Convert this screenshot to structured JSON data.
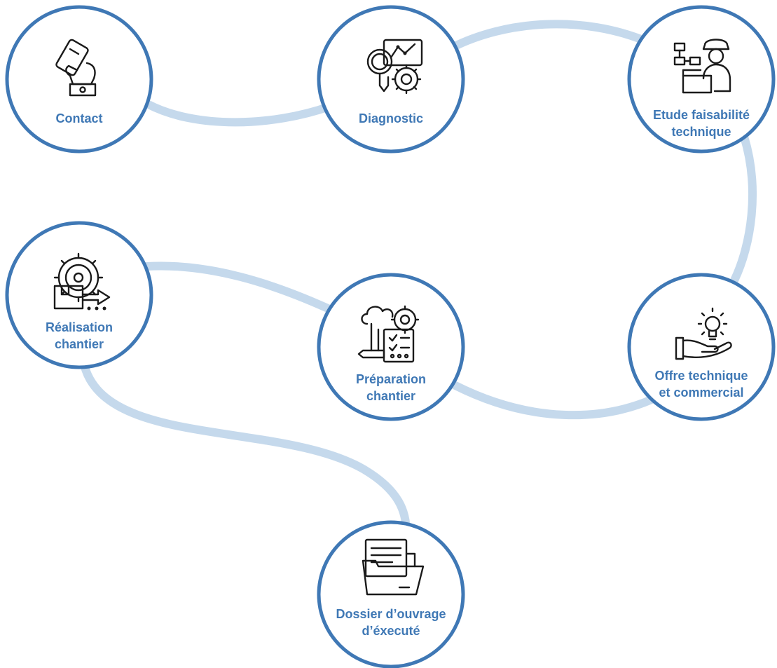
{
  "colors": {
    "accent": "#3f78b5",
    "connector": "#c5d9ec",
    "icon": "#1a1a1a",
    "background": "#ffffff"
  },
  "steps": [
    {
      "line1": "Contact",
      "line2": "",
      "icon": "phone-in-hand-icon"
    },
    {
      "line1": "Diagnostic",
      "line2": "",
      "icon": "magnifier-chart-gear-icon"
    },
    {
      "line1": "Etude faisabilité",
      "line2": "technique",
      "icon": "engineer-flowchart-icon"
    },
    {
      "line1": "Offre technique",
      "line2": "et commercial",
      "icon": "hand-lightbulb-icon"
    },
    {
      "line1": "Préparation",
      "line2": "chantier",
      "icon": "cloud-gear-checklist-icon"
    },
    {
      "line1": "Réalisation",
      "line2": "chantier",
      "icon": "gear-box-arrow-icon"
    },
    {
      "line1": "Dossier d’ouvrage",
      "line2": "d’éxecuté",
      "icon": "document-folder-icon"
    }
  ]
}
